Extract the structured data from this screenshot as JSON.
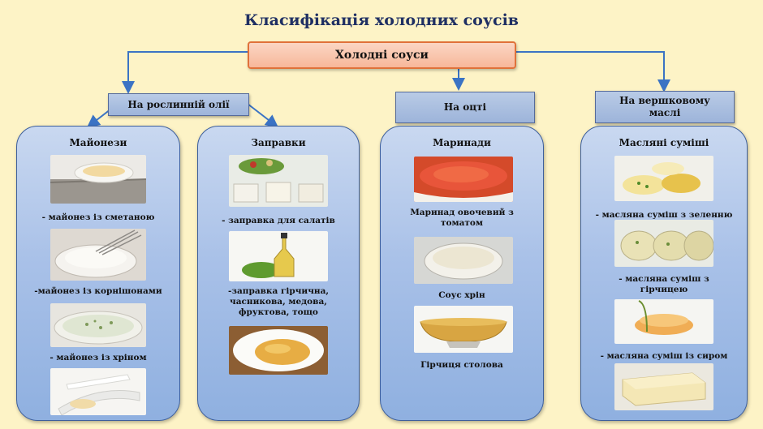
{
  "title": "Класифікація холодних соусів",
  "root": "Холодні соуси",
  "categories": [
    {
      "label": "На рослинній олії"
    },
    {
      "label": "На оцті"
    },
    {
      "label": "На вершковому маслі"
    }
  ],
  "panels": [
    {
      "title": "Майонези",
      "captions": [
        "- майонез із сметаною",
        "-майонез із корнішонами",
        "- майонез із хріном"
      ]
    },
    {
      "title": "Заправки",
      "captions": [
        "- заправка для салатів",
        "-заправка гірчична, часникова, медова, фруктова, тощо"
      ]
    },
    {
      "title": "Маринади",
      "captions": [
        "Маринад овочевий з томатом",
        "Соус хрін",
        "Гірчиця столова"
      ]
    },
    {
      "title": "Масляні суміші",
      "captions": [
        "- масляна суміш з зеленню",
        "- масляна суміш з гірчицею",
        "- масляна суміш із сиром"
      ]
    }
  ]
}
